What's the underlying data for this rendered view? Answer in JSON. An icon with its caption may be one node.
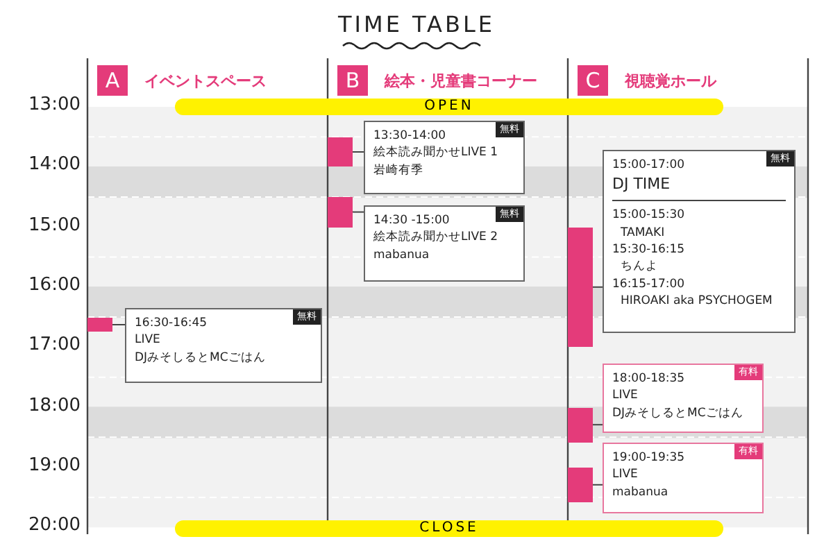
{
  "diagram": {
    "title": "TIME TABLE",
    "nodes": [
      {
        "text": [
          "A"
        ],
        "beside": [
          "イベントスペース"
        ]
      },
      {
        "text": [
          "B"
        ],
        "beside": [
          "絵本・児童書コーナー"
        ]
      },
      {
        "text": [
          "C"
        ],
        "beside": [
          "視聴覚ホール"
        ]
      },
      {
        "text": [
          "OPEN"
        ]
      },
      {
        "text": [
          "無料",
          "13:30-14:00",
          "絵本読み聞かせLIVE 1",
          "岩崎有季"
        ]
      },
      {
        "text": [],
        "shape": "bar"
      },
      {
        "text": [],
        "shape": "bar"
      },
      {
        "text": [
          "無料",
          "14:30 -15:00",
          "絵本読み聞かせLIVE 2",
          "mabanua"
        ]
      },
      {
        "text": [
          "無料",
          "15:00-17:00",
          "DJ TIME",
          "15:00-15:30",
          "TAMAKI",
          "15:30-16:15",
          "ちんよ",
          "16:15-17:00",
          "HIROAKI aka PSYCHOGEM"
        ]
      },
      {
        "text": [],
        "shape": "bar"
      },
      {
        "text": [],
        "shape": "bar"
      },
      {
        "text": [
          "無料",
          "16:30-16:45",
          "LIVE",
          "DJみそしるとMCごはん"
        ]
      },
      {
        "text": [
          "有料",
          "18:00-18:35",
          "LIVE",
          "DJみそしるとMCごはん"
        ]
      },
      {
        "text": [],
        "shape": "bar"
      },
      {
        "text": [
          "有料",
          "19:00-19:35",
          "LIVE",
          "mabanua"
        ]
      },
      {
        "text": [],
        "shape": "bar"
      },
      {
        "text": [
          "CLOSE"
        ]
      }
    ],
    "edges": [
      {
        "from": 5,
        "to": 4,
        "arrow": "none"
      },
      {
        "from": 6,
        "to": 7,
        "arrow": "none"
      },
      {
        "from": 9,
        "to": 8,
        "arrow": "none"
      },
      {
        "from": 10,
        "to": 11,
        "arrow": "none"
      },
      {
        "from": 13,
        "to": 12,
        "arrow": "none"
      },
      {
        "from": 15,
        "to": 14,
        "arrow": "none"
      }
    ],
    "labels": [
      "13:00",
      "14:00",
      "15:00",
      "16:00",
      "17:00",
      "18:00",
      "19:00",
      "20:00"
    ]
  }
}
